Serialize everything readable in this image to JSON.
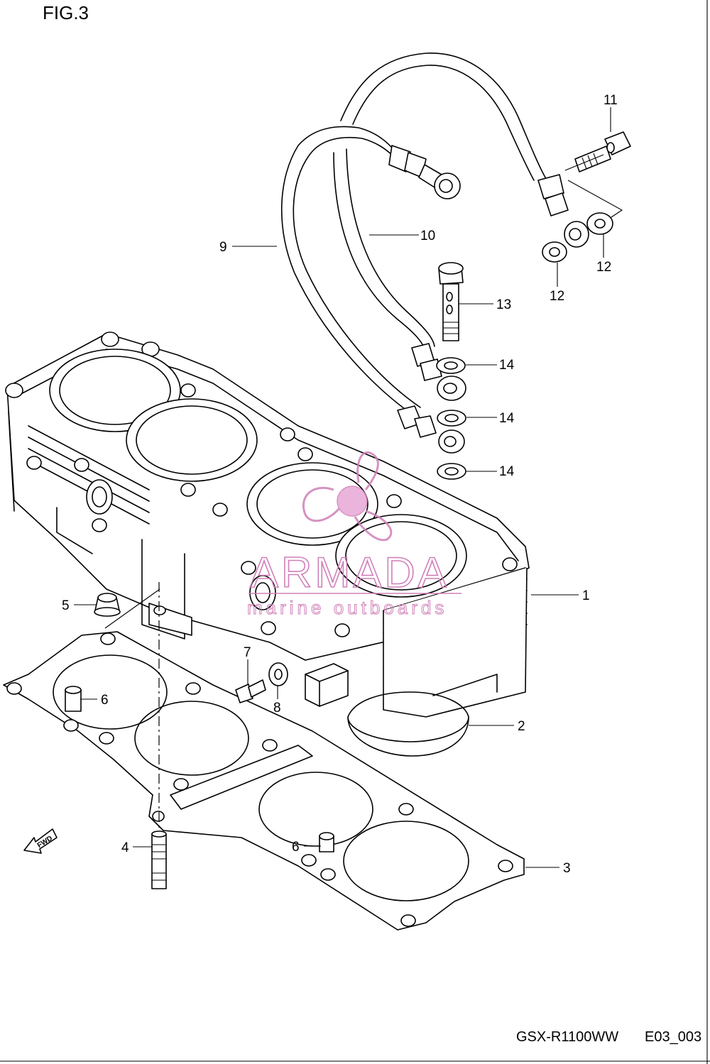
{
  "figure": {
    "title": "FIG.3",
    "code_model": "GSX-R1100WW",
    "code_ref": "E03_003"
  },
  "watermark": {
    "brand": "ARMADA",
    "tagline": "marine outboards",
    "color": "#d080b8"
  },
  "fwd_label": "FWD",
  "callouts": [
    "1",
    "2",
    "3",
    "4",
    "5",
    "6",
    "6",
    "7",
    "8",
    "9",
    "10",
    "11",
    "12",
    "12",
    "13",
    "14",
    "14",
    "14"
  ]
}
